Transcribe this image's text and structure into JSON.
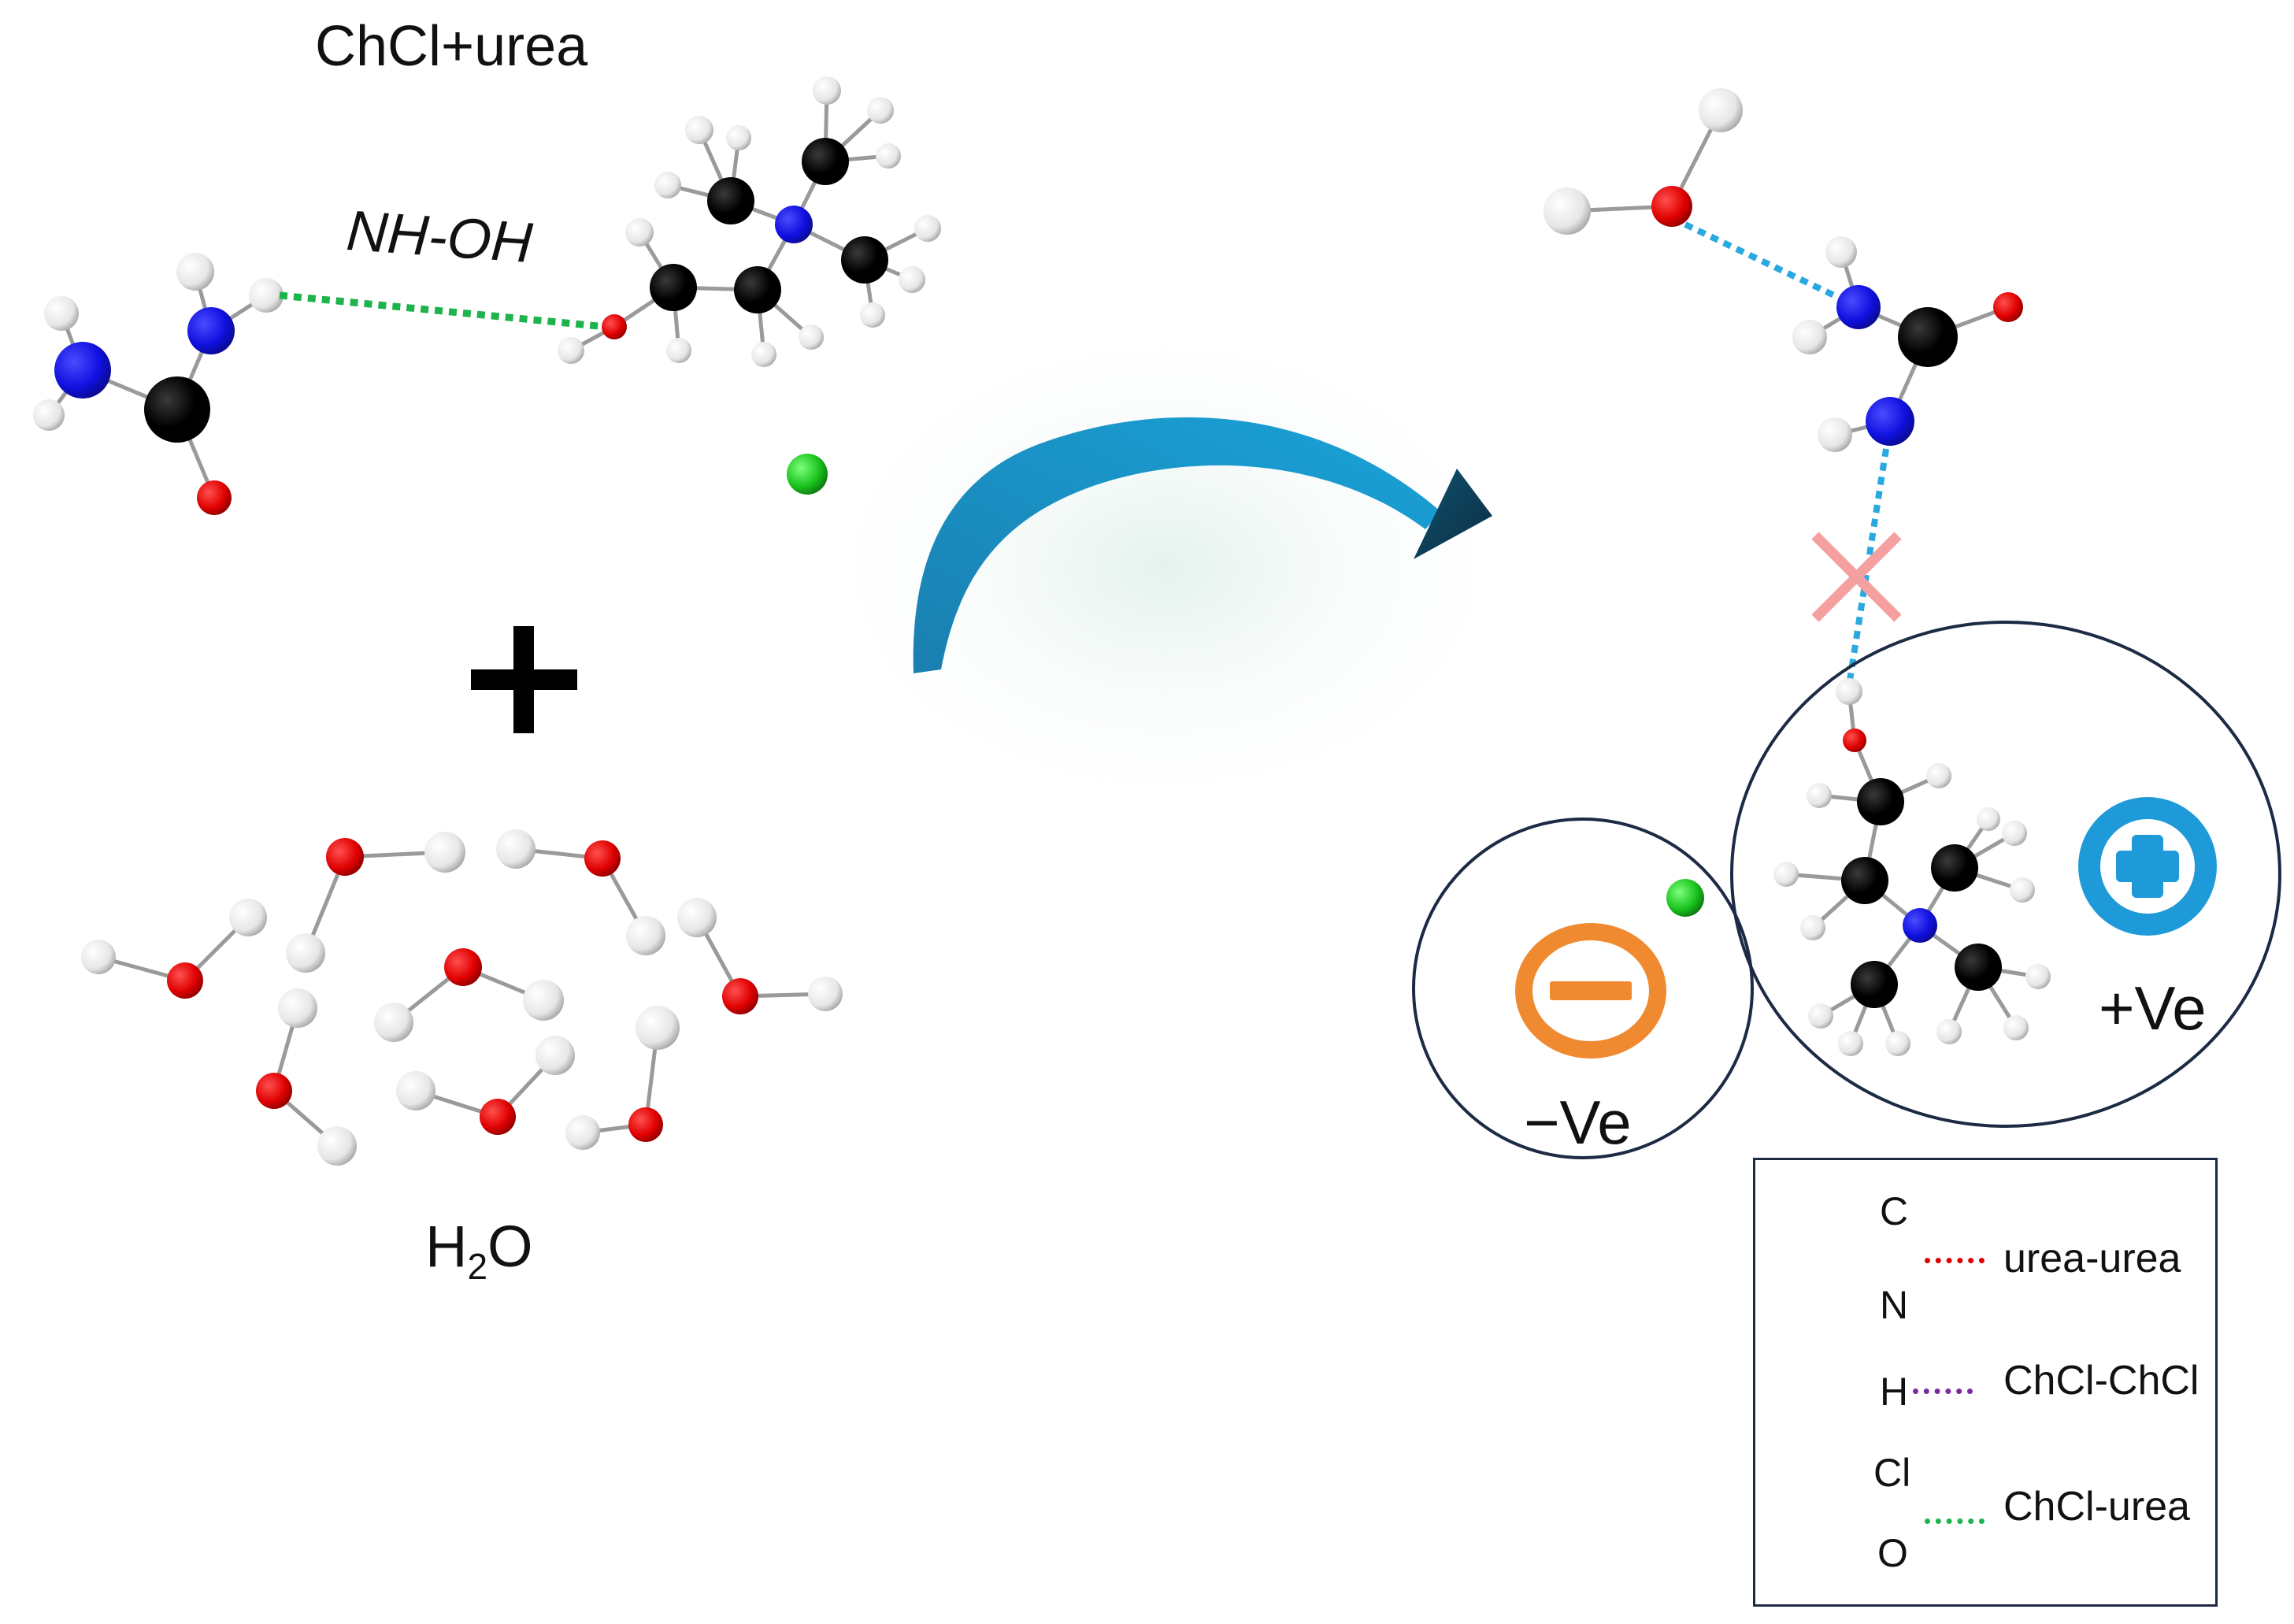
{
  "title": "ChCl+urea",
  "hbond_label": "NH-OH",
  "water_label": {
    "main": "H",
    "sub": "2",
    "tail": "O"
  },
  "plus_sign": "+",
  "negative_label": "−Ve",
  "positive_label": "+Ve",
  "legend": {
    "atoms": [
      {
        "symbol": "C",
        "color": "#000000"
      },
      {
        "symbol": "N",
        "color": "#1f6fd1"
      },
      {
        "symbol": "H",
        "color": "#ffffff"
      },
      {
        "symbol": "Cl",
        "color": "#22e07a"
      },
      {
        "symbol": "O",
        "color": "#e00000"
      }
    ],
    "bonds": [
      {
        "label": "urea-urea",
        "color": "#e00000"
      },
      {
        "label": "ChCl-ChCl",
        "color": "#7a2aa0"
      },
      {
        "label": "ChCl-urea",
        "color": "#1fb34e"
      }
    ]
  },
  "colors": {
    "carbon": "#000000",
    "nitrogen": "#1010e0",
    "oxygen": "#e00000",
    "hydrogen": "#f2f2f2",
    "chlorine": "#19c31c",
    "hbond_chcl_urea": "#1fb34e",
    "hbond_water": "#2aa8e0",
    "arrow": "#1a7fb0",
    "broken_bond_cross": "#f4a0a0",
    "anion_symbol": "#f08a30",
    "cation_symbol": "#1e9ad8",
    "circle_outline": "#1c2a44"
  },
  "icons": [
    "curved-arrow-icon",
    "minus-circle-icon",
    "plus-circle-icon",
    "broken-bond-cross-icon"
  ]
}
